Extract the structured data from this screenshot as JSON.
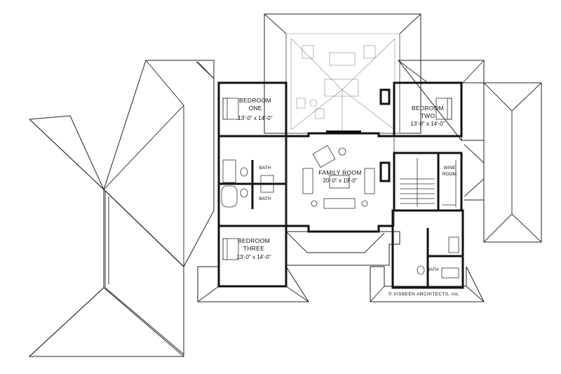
{
  "rooms": {
    "bedroom_one": {
      "line1": "BEDROOM",
      "line2": "ONE",
      "dims": "13'-0\" x 14'-0\""
    },
    "bedroom_two": {
      "line1": "BEDROOM",
      "line2": "TWO",
      "dims": "13'-0\" x 14'-0\""
    },
    "bedroom_three": {
      "line1": "BEDROOM",
      "line2": "THREE",
      "dims": "13'-0\" x 14'-0\""
    },
    "family_room": {
      "name": "FAMILY ROOM",
      "dims": "20'-0\" x 19'-0\""
    },
    "wine_room": {
      "line1": "WINE",
      "line2": "ROOM"
    },
    "bath_upper": {
      "name": "BATH"
    },
    "bath_lower": {
      "name": "BATH"
    },
    "bath_east": {
      "name": "BATH"
    }
  },
  "credit": "© VISBEEN ARCHITECTS, Inc.",
  "colors": {
    "lines": "#111111",
    "background": "#ffffff"
  }
}
